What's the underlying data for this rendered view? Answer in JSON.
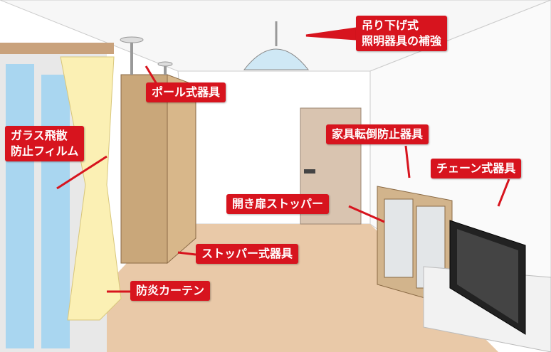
{
  "colors": {
    "callout": "#d7141e",
    "floor": "#e9c9a8",
    "furniture": "#d2b48c",
    "curtain": "#fbf0b4"
  },
  "labels": {
    "ceiling_light": [
      "吊り下げ式",
      "照明器具の補強"
    ],
    "pole": "ポール式器具",
    "glass_film": [
      "ガラス飛散",
      "防止フィルム"
    ],
    "furniture_anchor": "家具転倒防止器具",
    "chain": "チェーン式器具",
    "door_stopper": "開き扉ストッパー",
    "stopper": "ストッパー式器具",
    "curtain": "防炎カーテン"
  }
}
